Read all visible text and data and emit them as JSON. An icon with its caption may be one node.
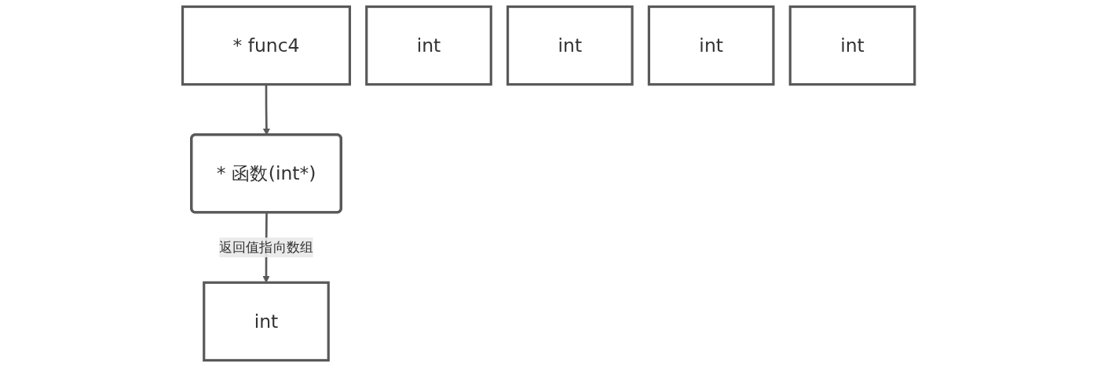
{
  "diagram": {
    "nodes": [
      {
        "text": [
          "* func4"
        ]
      },
      {
        "text": [
          "* 函数(int*)"
        ]
      },
      {
        "text": [
          "int"
        ]
      },
      {
        "text": [
          "int"
        ]
      },
      {
        "text": [
          "int"
        ]
      },
      {
        "text": [
          "int"
        ]
      },
      {
        "text": [
          "int"
        ]
      }
    ],
    "edges": [
      {
        "from": 0,
        "to": 1,
        "arrow": "to"
      },
      {
        "from": 1,
        "to": 2,
        "label": "返回值指向数组",
        "arrow": "to"
      }
    ]
  }
}
